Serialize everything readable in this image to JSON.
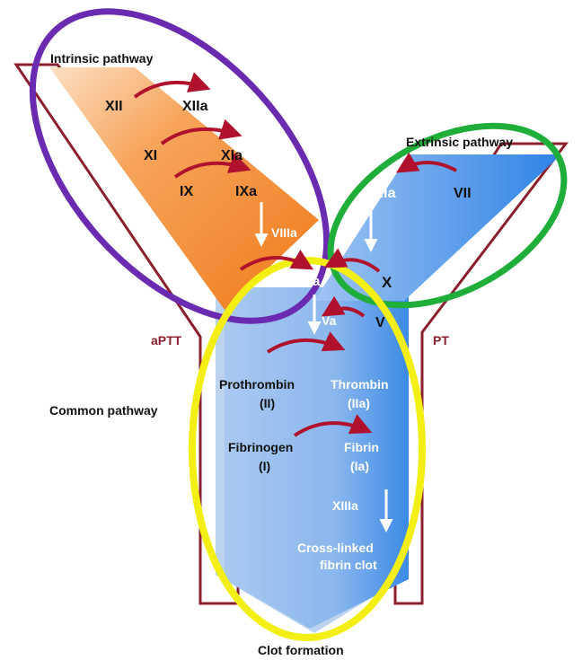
{
  "labels": {
    "intrinsic_pathway": "Intrinsic pathway",
    "extrinsic_pathway": "Extrinsic pathway",
    "common_pathway": "Common pathway",
    "clot_formation": "Clot formation",
    "aptt": "aPTT",
    "pt": "PT"
  },
  "intrinsic": {
    "xii": "XII",
    "xiia": "XIIa",
    "xi": "XI",
    "xia": "XIa",
    "ix": "IX",
    "ixa": "IXa",
    "viiia": "VIIIa"
  },
  "extrinsic": {
    "vii": "VII",
    "viia": "VIIa"
  },
  "common": {
    "x": "X",
    "xa": "Xa",
    "va": "Va",
    "v": "V",
    "prothrombin": "Prothrombin",
    "prothrombin_num": "(II)",
    "thrombin": "Thrombin",
    "thrombin_num": "(IIa)",
    "fibrinogen": "Fibrinogen",
    "fibrinogen_num": "(I)",
    "fibrin": "Fibrin",
    "fibrin_num": "(Ia)",
    "xiiia": "XIIIa",
    "crosslinked_1": "Cross-linked",
    "crosslinked_2": "fibrin clot"
  },
  "colors": {
    "orange": "#f07a1a",
    "blue": "#3e8ee8",
    "light_blue": "#9ec4f2",
    "maroon": "#8a1f2e",
    "arrow_red": "#b0122d",
    "purple": "#6a2bb0",
    "green": "#1fae3a",
    "yellow": "#f3ee13"
  }
}
